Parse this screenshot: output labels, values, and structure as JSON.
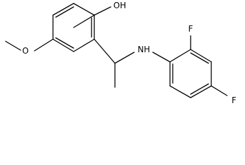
{
  "molecule": {
    "labels": {
      "hydroxyl": "OH",
      "methoxy_oxygen": "O",
      "amine": "NH",
      "fluoro_ortho": "F",
      "fluoro_para": "F"
    }
  }
}
